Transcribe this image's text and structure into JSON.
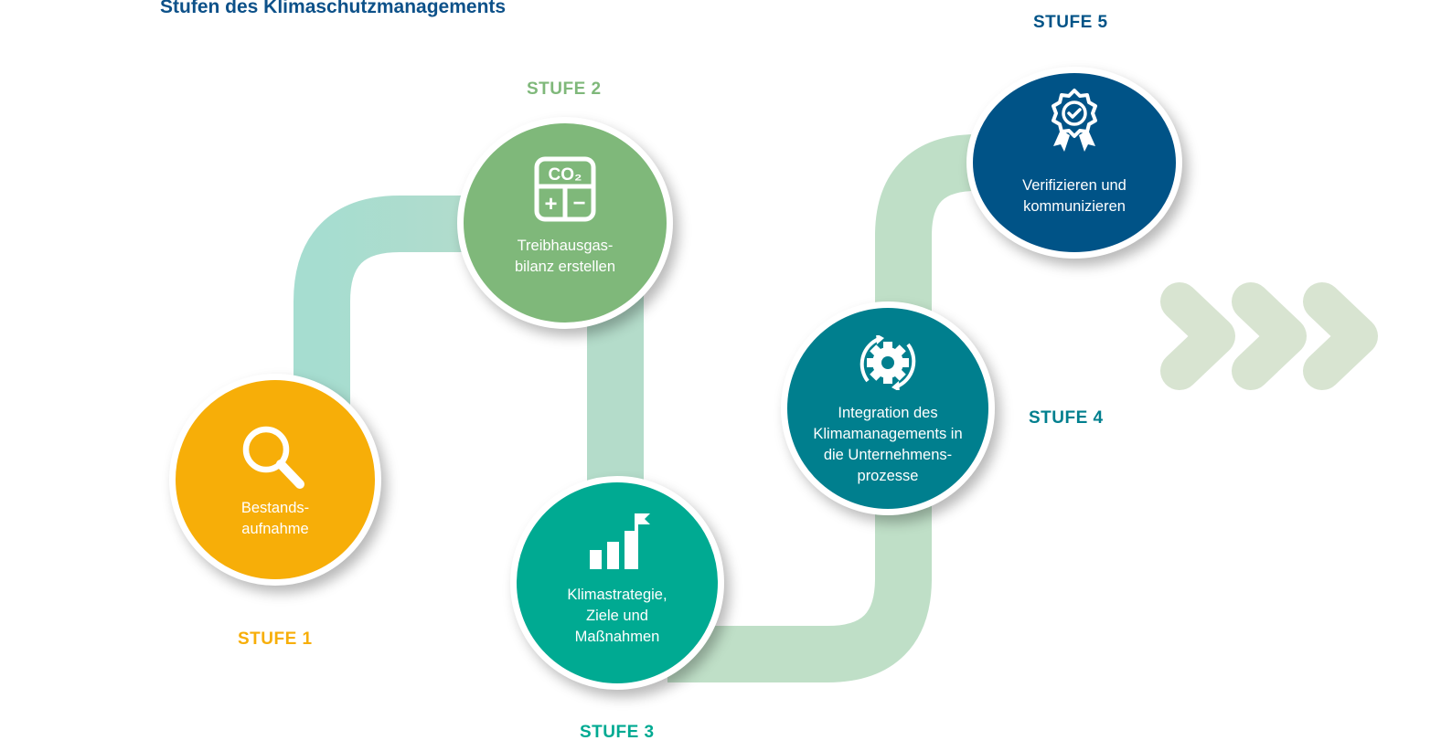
{
  "title": "Stufen des Klimaschutzmanagements",
  "steps": [
    {
      "stage": "STUFE 1",
      "label": "Bestands-\naufnahme",
      "icon": "magnifier-icon",
      "color": "#f7ae08"
    },
    {
      "stage": "STUFE 2",
      "label": "Treibhausgas-\nbilanz erstellen",
      "icon": "co2-calculator-icon",
      "color": "#7fb87a",
      "co2_text": "CO₂",
      "plus_text": "+",
      "minus_text": "−"
    },
    {
      "stage": "STUFE 3",
      "label": "Klimastrategie,\nZiele und\nMaßnahmen",
      "icon": "bar-chart-flag-icon",
      "color": "#00aa92"
    },
    {
      "stage": "STUFE 4",
      "label": "Integration des\nKlimamanagements in\ndie Unternehmens-\nprozesse",
      "icon": "gear-cycle-icon",
      "color": "#007f8e"
    },
    {
      "stage": "STUFE 5",
      "label": "Verifizieren und\nkommunizieren",
      "icon": "award-badge-icon",
      "color": "#005387"
    }
  ],
  "decoration": {
    "chevrons_icon": "triple-chevron-right-icon",
    "road_color_start": "#8fd6c9",
    "road_color_end": "#d4e2b5"
  }
}
